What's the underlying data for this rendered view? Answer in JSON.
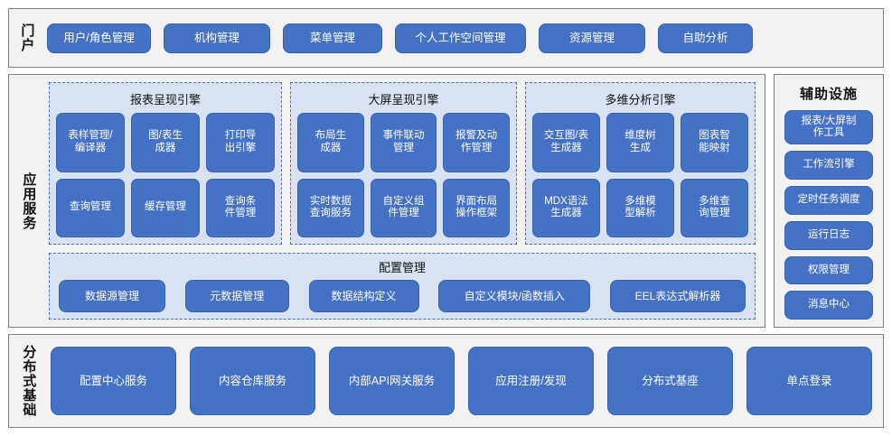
{
  "portal": {
    "label": "门户",
    "buttons": [
      "用户/角色管理",
      "机构管理",
      "菜单管理",
      "个人工作空间管理",
      "资源管理",
      "自助分析"
    ]
  },
  "app_service": {
    "label": "应用服务",
    "engines": [
      {
        "title": "报表呈现引擎",
        "items": [
          "表样管理/\n编译器",
          "图/表生\n成器",
          "打印导\n出引擎",
          "查询管理",
          "缓存管理",
          "查询条\n件管理"
        ]
      },
      {
        "title": "大屏呈现引擎",
        "items": [
          "布局生\n成器",
          "事件联动\n管理",
          "报警及动\n作管理",
          "实时数据\n查询服务",
          "自定义组\n件管理",
          "界面布局\n操作框架"
        ]
      },
      {
        "title": "多维分析引擎",
        "items": [
          "交互图/表\n生成器",
          "维度树\n生成",
          "图表智\n能映射",
          "MDX语法\n生成器",
          "多维模\n型解析",
          "多维查\n询管理"
        ]
      }
    ],
    "config": {
      "title": "配置管理",
      "items": [
        "数据源管理",
        "元数据管理",
        "数据结构定义",
        "自定义模块/函数插入",
        "EEL表达式解析器"
      ]
    }
  },
  "aux": {
    "title": "辅助设施",
    "items": [
      "报表/大屏制\n作工具",
      "工作流引擎",
      "定时任务调度",
      "运行日志",
      "权限管理",
      "消息中心"
    ]
  },
  "distributed": {
    "label": "分布式基础",
    "buttons": [
      "配置中心服务",
      "内容仓库服务",
      "内部API网关服务",
      "应用注册/发现",
      "分布式基座",
      "单点登录"
    ]
  },
  "colors": {
    "button_fill": "#4472C4",
    "button_border": "#3A62AB",
    "group_fill": "#D9E2F3",
    "group_border": "#4472C4",
    "panel_fill": "#F2F2F2",
    "panel_border": "#808080",
    "text_light": "#FFFFFF",
    "text_dark": "#111111"
  }
}
